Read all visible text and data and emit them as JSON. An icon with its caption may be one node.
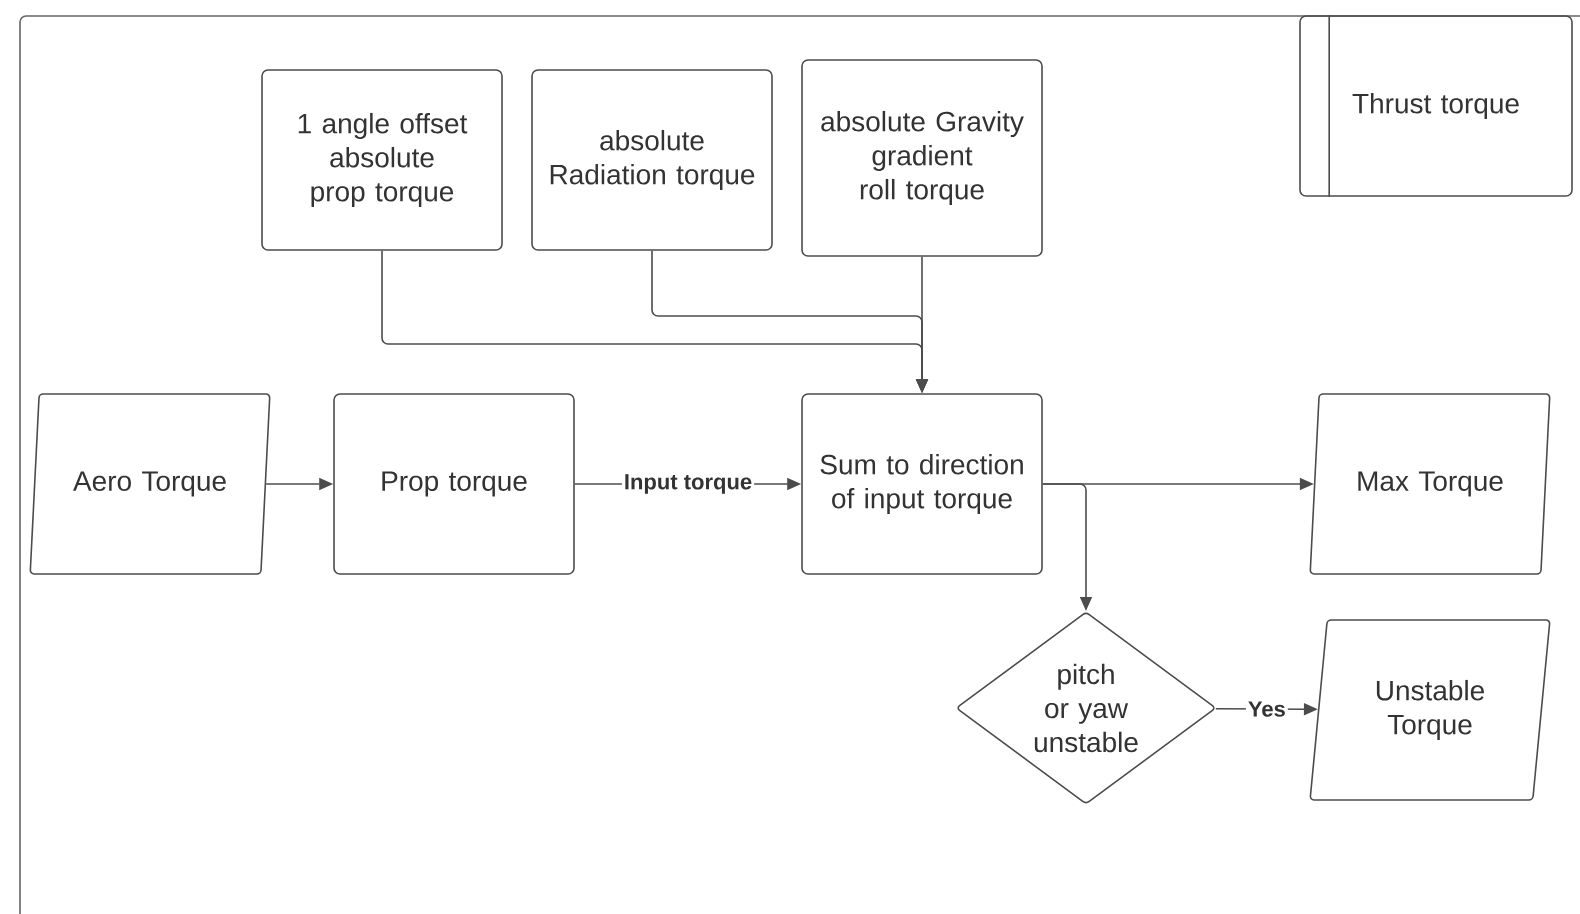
{
  "diagram": {
    "nodes": [
      {
        "text": [
          "1 angle offset absolute prop torque"
        ]
      },
      {
        "text": [
          "absolute Radiation torque"
        ]
      },
      {
        "text": [
          "absolute Gravity gradient roll torque"
        ]
      },
      {
        "text": [
          "Thrust torque"
        ]
      },
      {
        "text": [
          "Aero Torque"
        ]
      },
      {
        "text": [
          "Prop torque"
        ]
      },
      {
        "text": [
          "Sum to direction of input torque"
        ]
      },
      {
        "text": [
          "Max Torque"
        ]
      },
      {
        "text": [
          "pitch or yaw unstable"
        ]
      },
      {
        "text": [
          "Unstable Torque"
        ]
      }
    ],
    "edges": [
      {
        "from": 0,
        "to": 6,
        "arrow": "to"
      },
      {
        "from": 1,
        "to": 6,
        "arrow": "to"
      },
      {
        "from": 2,
        "to": 6,
        "arrow": "to"
      },
      {
        "from": 4,
        "to": 5,
        "arrow": "to"
      },
      {
        "from": 5,
        "to": 6,
        "arrow": "to",
        "label": "Input torque"
      },
      {
        "from": 6,
        "to": 7,
        "arrow": "to"
      },
      {
        "from": 6,
        "to": 8,
        "arrow": "to"
      },
      {
        "from": 8,
        "to": 9,
        "arrow": "to",
        "label": "Yes"
      }
    ]
  }
}
